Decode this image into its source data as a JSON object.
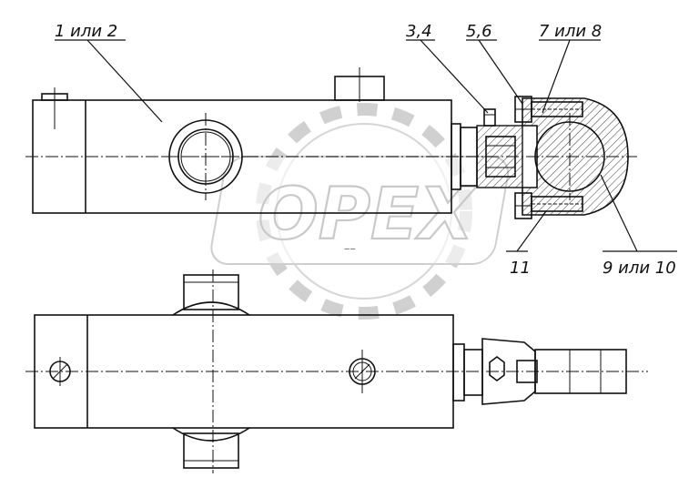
{
  "watermark": {
    "text": "OPEX"
  },
  "labels": {
    "part_1_2": "1 или 2",
    "part_3_4": "3,4",
    "part_5_6": "5,6",
    "part_7_8": "7 или 8",
    "part_9_10": "9 или 10",
    "part_11": "11"
  }
}
